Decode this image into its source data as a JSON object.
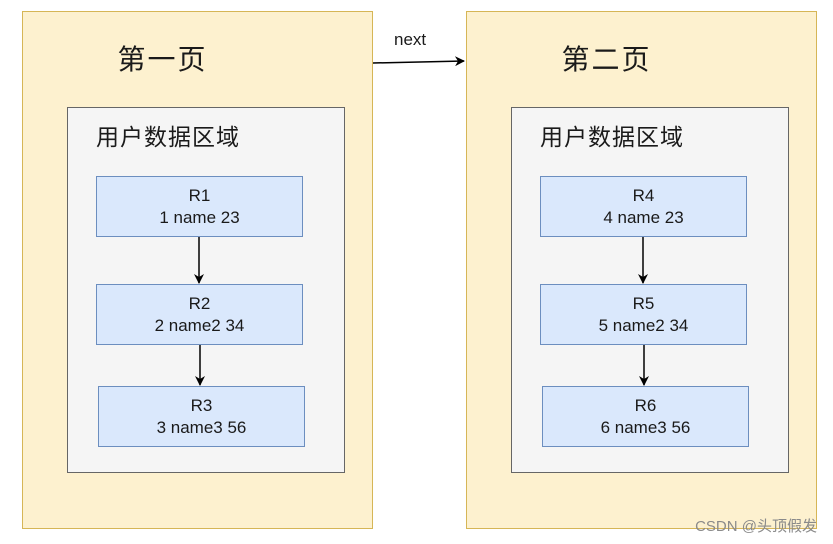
{
  "pages": [
    {
      "title": "第一页",
      "area_title": "用户数据区域",
      "records": [
        {
          "id": "R1",
          "content": "1 name 23"
        },
        {
          "id": "R2",
          "content": "2 name2 34"
        },
        {
          "id": "R3",
          "content": "3 name3 56"
        }
      ]
    },
    {
      "title": "第二页",
      "area_title": "用户数据区域",
      "records": [
        {
          "id": "R4",
          "content": "4 name 23"
        },
        {
          "id": "R5",
          "content": "5 name2 34"
        },
        {
          "id": "R6",
          "content": "6 name3 56"
        }
      ]
    }
  ],
  "link_label": "next",
  "watermark": "CSDN @头顶假发",
  "colors": {
    "page_fill": "#fdf1cf",
    "page_border": "#d6b656",
    "area_fill": "#f5f5f5",
    "area_border": "#666666",
    "record_fill": "#dae8fc",
    "record_border": "#6c8ebf",
    "arrow": "#000000"
  }
}
